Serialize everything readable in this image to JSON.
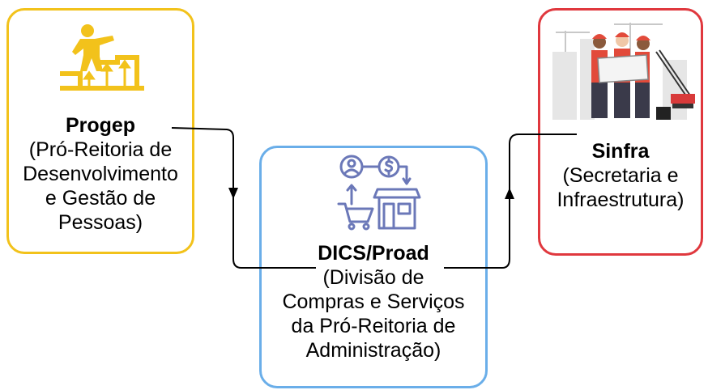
{
  "nodes": {
    "progep": {
      "title": "Progep",
      "description": "(Pró-Reitoria de\nDesenvolvimento\ne Gestão de\nPessoas)",
      "border_color": "#f2c21b",
      "icon": "person-climbing-stairs-icon"
    },
    "dics": {
      "title": "DICS/Proad",
      "description": "(Divisão de\nCompras e Serviços\nda Pró-Reitoria de\nAdministração)",
      "border_color": "#6aaee9",
      "icon": "purchasing-cart-store-icon"
    },
    "sinfra": {
      "title": "Sinfra",
      "description": "(Secretaria e\nInfraestrutura)",
      "border_color": "#e0383e",
      "icon": "construction-workers-blueprint-icon"
    }
  },
  "edges": [
    {
      "from": "progep",
      "to": "dics"
    },
    {
      "from": "dics",
      "to": "sinfra"
    }
  ]
}
